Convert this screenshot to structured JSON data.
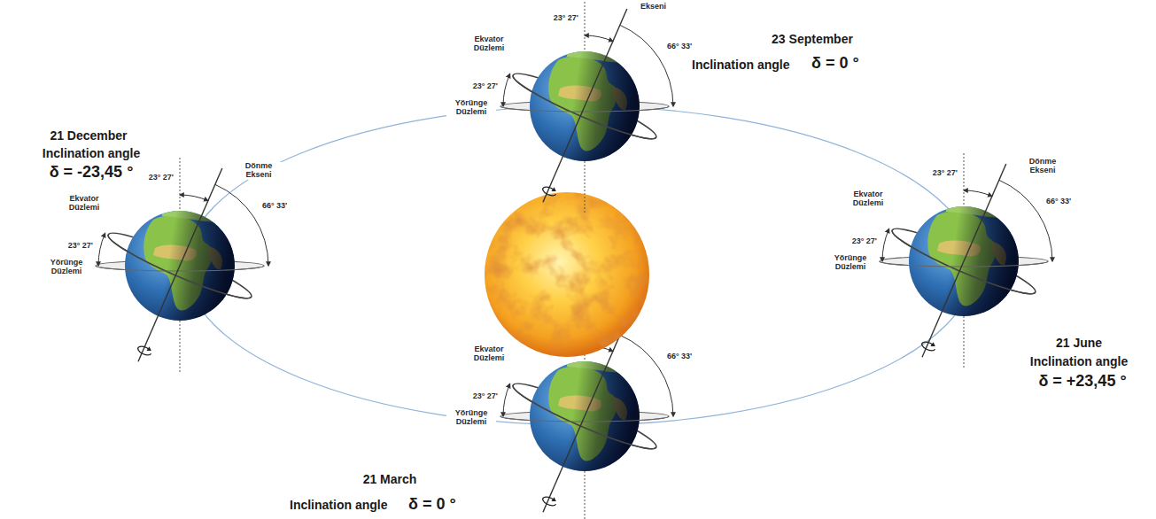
{
  "diagram": {
    "labels": [
      "23 September",
      "Inclination angle",
      "δ = 0 °",
      "23° 27'",
      "Ekseni",
      "Ekvator Düzlemi",
      "23° 27'",
      "Yörünge Düzlemi",
      "66° 33'",
      "21 December",
      "Inclination angle",
      "δ = -23,45 °",
      "23° 27'",
      "Dönme Ekseni",
      "Ekvator Düzlemi",
      "66° 33'",
      "23° 27'",
      "Yörünge Düzlemi",
      "23° 27'",
      "Dönme Ekseni",
      "Ekvator Düzlemi",
      "23° 27'",
      "66° 33'",
      "Yörünge Düzlemi",
      "21 June",
      "Inclination angle",
      "δ = +23,45 °",
      "Ekvator Düzlemi",
      "23° 27'",
      "66° 33'",
      "Yörünge Düzlemi",
      "21 March",
      "Inclination angle",
      "δ = 0 °"
    ]
  }
}
